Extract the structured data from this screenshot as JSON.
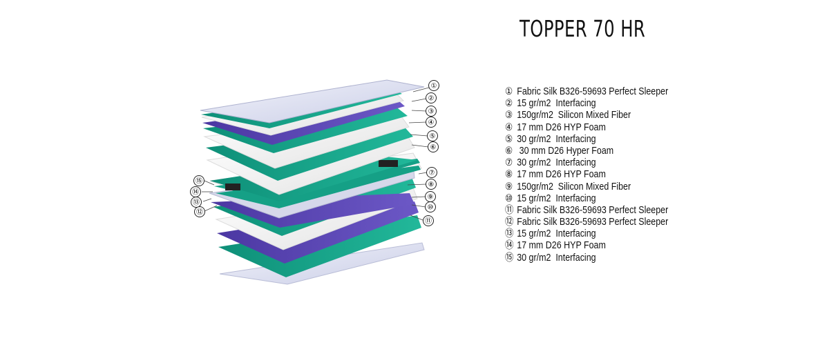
{
  "title": "TOPPER 70 HR",
  "callout_numbers": [
    "①",
    "②",
    "③",
    "④",
    "⑤",
    "⑥",
    "⑦",
    "⑧",
    "⑨",
    "⑩",
    "⑪",
    "⑫",
    "⑬",
    "⑭",
    "⑮"
  ],
  "legend": [
    {
      "num": "①",
      "text": "Fabric Silk B326-59693 Perfect Sleeper"
    },
    {
      "num": "②",
      "text": "15 gr/m2  Interfacing"
    },
    {
      "num": "③",
      "text": "150gr/m2  Silicon Mixed Fiber"
    },
    {
      "num": "④",
      "text": "17 mm D26 HYP Foam"
    },
    {
      "num": "⑤",
      "text": "30 gr/m2  Interfacing"
    },
    {
      "num": "⑥",
      "text": " 30 mm D26 Hyper Foam"
    },
    {
      "num": "⑦",
      "text": "30 gr/m2  Interfacing"
    },
    {
      "num": "⑧",
      "text": "17 mm D26 HYP Foam"
    },
    {
      "num": "⑨",
      "text": "150gr/m2  Silicon Mixed Fiber"
    },
    {
      "num": "⑩",
      "text": "15 gr/m2  Interfacing"
    },
    {
      "num": "⑪",
      "text": "Fabric Silk B326-59693 Perfect Sleeper"
    },
    {
      "num": "⑫",
      "text": "Fabric Silk B326-59693 Perfect Sleeper"
    },
    {
      "num": "⑬",
      "text": "15 gr/m2  Interfacing"
    },
    {
      "num": "⑭",
      "text": "17 mm D26 HYP Foam"
    },
    {
      "num": "⑮",
      "text": "30 gr/m2  Interfacing"
    }
  ],
  "colors": {
    "fabric": "#e6e8f6",
    "interfacing": "#139f86",
    "fiber": "#5a46b2",
    "foam": "#f4f4f4"
  }
}
